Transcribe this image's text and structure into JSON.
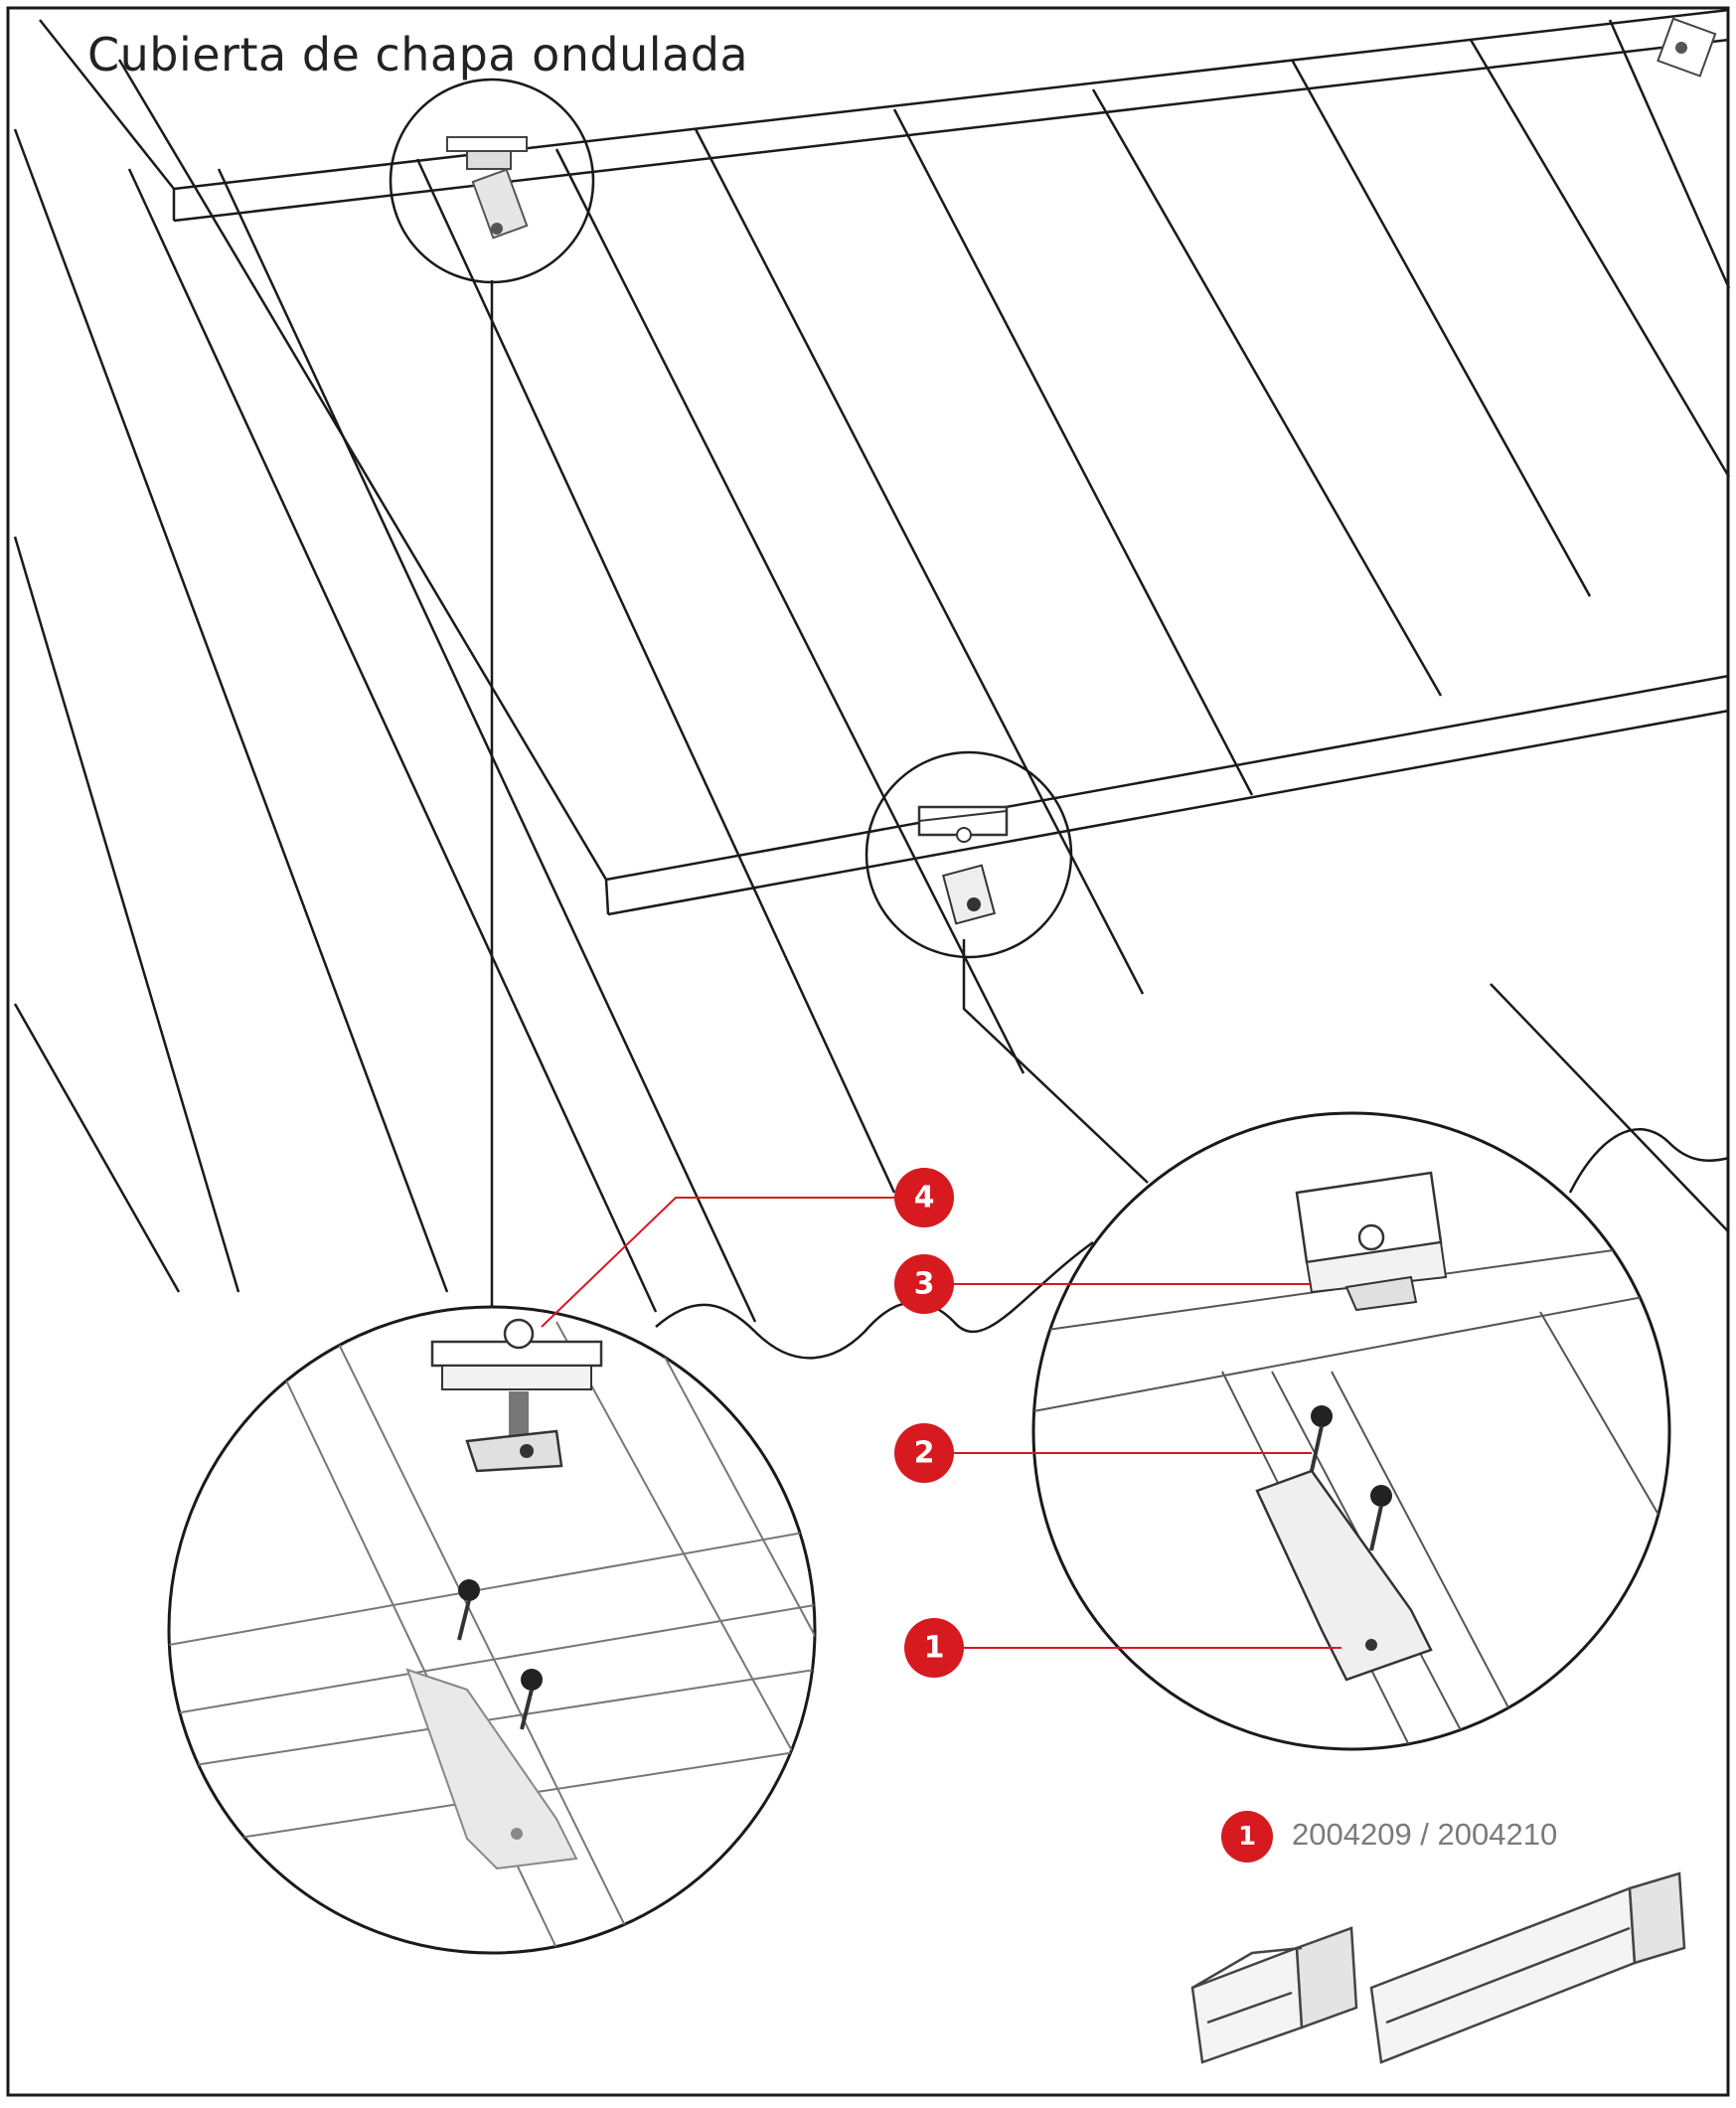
{
  "title": "Cubierta de chapa ondulada",
  "callouts": [
    {
      "number": "4",
      "name": "callout-4"
    },
    {
      "number": "3",
      "name": "callout-3"
    },
    {
      "number": "2",
      "name": "callout-2"
    },
    {
      "number": "1",
      "name": "callout-1"
    }
  ],
  "legend": {
    "number": "1",
    "codes": "2004209 / 2004210"
  },
  "colors": {
    "accent": "#d71920",
    "line": "#1a1a1a",
    "hardware": "#555555"
  }
}
